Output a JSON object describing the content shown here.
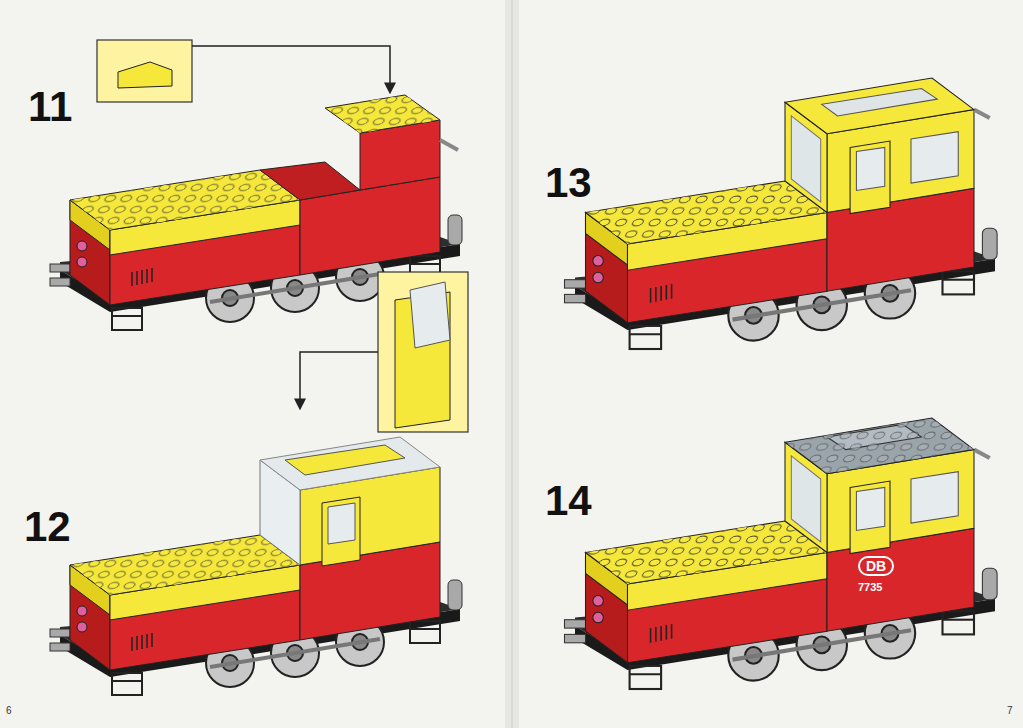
{
  "diagram": {
    "labels": [
      "11",
      "12",
      "13",
      "14",
      "DB",
      "7735",
      "6",
      "7"
    ]
  }
}
